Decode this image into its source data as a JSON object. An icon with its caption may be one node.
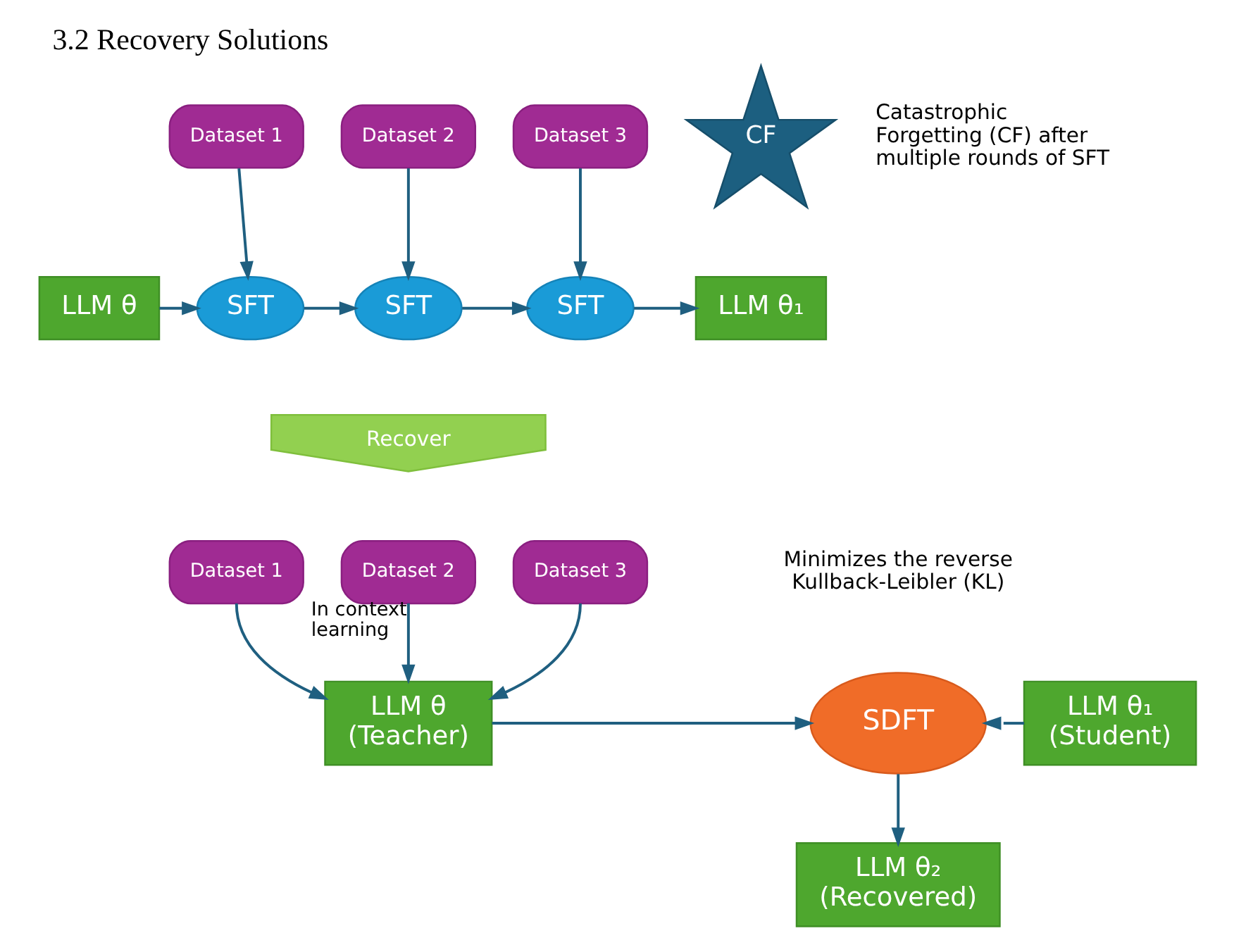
{
  "diagram": {
    "title": "3.2 Recovery Solutions",
    "nodes": [
      {
        "text": [
          "LLM θ"
        ]
      },
      {
        "text": [
          "Dataset 1"
        ]
      },
      {
        "text": [
          "SFT"
        ]
      },
      {
        "text": [
          "Dataset 2"
        ]
      },
      {
        "text": [
          "SFT"
        ]
      },
      {
        "text": [
          "Dataset 3"
        ]
      },
      {
        "text": [
          "SFT"
        ]
      },
      {
        "text": [
          "LLM θ₁"
        ]
      },
      {
        "text": [
          "CF"
        ],
        "beside": [
          "Catastrophic Forgetting (CF) after multiple rounds of SFT"
        ]
      },
      {
        "text": [
          "Recover"
        ]
      },
      {
        "text": [
          "Dataset 1"
        ]
      },
      {
        "text": [
          "Dataset 2"
        ]
      },
      {
        "text": [
          "Dataset 3"
        ]
      },
      {
        "text": [
          "LLM θ",
          "(Teacher)"
        ]
      },
      {
        "text": [
          "SDFT"
        ],
        "beside": [
          "Minimizes the reverse Kullback-Leibler (KL)"
        ]
      },
      {
        "text": [
          "LLM θ₁",
          "(Student)"
        ]
      },
      {
        "text": [
          "LLM θ₂",
          "(Recovered)"
        ]
      }
    ],
    "edges": [
      {
        "from": 0,
        "to": 2,
        "arrow": "to"
      },
      {
        "from": 1,
        "to": 2,
        "arrow": "to"
      },
      {
        "from": 2,
        "to": 4,
        "arrow": "to"
      },
      {
        "from": 3,
        "to": 4,
        "arrow": "to"
      },
      {
        "from": 4,
        "to": 6,
        "arrow": "to"
      },
      {
        "from": 5,
        "to": 6,
        "arrow": "to"
      },
      {
        "from": 6,
        "to": 7,
        "arrow": "to"
      },
      {
        "from": 10,
        "to": 13,
        "arrow": "to"
      },
      {
        "from": 11,
        "to": 13,
        "arrow": "to",
        "label": "In context learning"
      },
      {
        "from": 12,
        "to": 13,
        "arrow": "to"
      },
      {
        "from": 13,
        "to": 14,
        "arrow": "to"
      },
      {
        "from": 15,
        "to": 14,
        "arrow": "to"
      },
      {
        "from": 14,
        "to": 16,
        "arrow": "to"
      }
    ]
  }
}
